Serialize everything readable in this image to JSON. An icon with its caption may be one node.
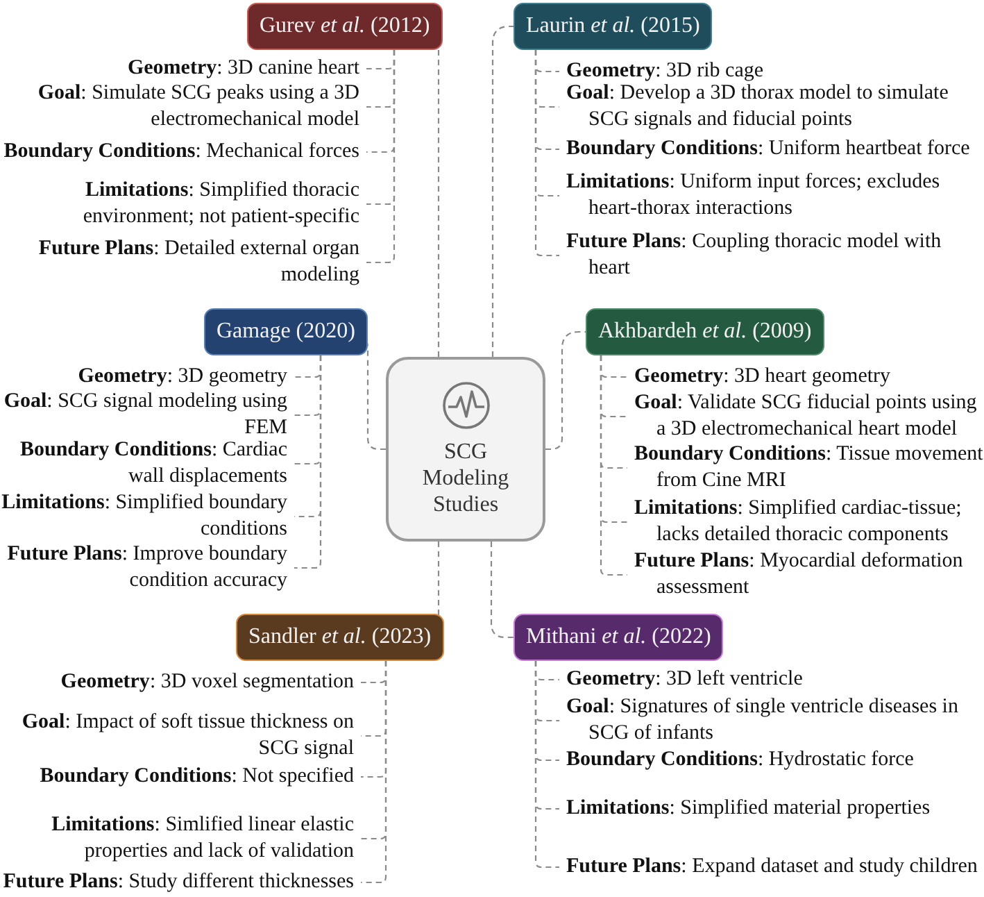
{
  "diagram": {
    "nodes": [
      {
        "text": [
          "SCG Modeling Studies"
        ]
      },
      {
        "text": [
          "Gurev *et al.* (2012)"
        ]
      },
      {
        "text": [
          "**Geometry**: 3D canine heart"
        ]
      },
      {
        "text": [
          "**Goal**: Simulate SCG peaks using a 3D electromechanical model"
        ]
      },
      {
        "text": [
          "**Boundary Conditions**: Mechanical forces"
        ]
      },
      {
        "text": [
          "**Limitations**: Simplified thoracic environment; not patient-specific"
        ]
      },
      {
        "text": [
          "**Future Plans**: Detailed external organ modeling"
        ]
      },
      {
        "text": [
          "Laurin *et al.* (2015)"
        ]
      },
      {
        "text": [
          "**Geometry**: 3D rib cage"
        ]
      },
      {
        "text": [
          "**Goal**: Develop a 3D thorax model to simulate SCG signals and fiducial points"
        ]
      },
      {
        "text": [
          "**Boundary Conditions**: Uniform heartbeat force"
        ]
      },
      {
        "text": [
          "**Limitations**: Uniform input forces; excludes heart-thorax interactions"
        ]
      },
      {
        "text": [
          "**Future Plans**: Coupling thoracic model with heart"
        ]
      },
      {
        "text": [
          "Gamage (2020)"
        ]
      },
      {
        "text": [
          "**Geometry**: 3D geometry"
        ]
      },
      {
        "text": [
          "**Goal**: SCG signal modeling using FEM"
        ]
      },
      {
        "text": [
          "**Boundary Conditions**: Cardiac wall displacements"
        ]
      },
      {
        "text": [
          "**Limitations**: Simplified boundary conditions"
        ]
      },
      {
        "text": [
          "**Future Plans**: Improve boundary condition accuracy"
        ]
      },
      {
        "text": [
          "Akhbardeh *et al.* (2009)"
        ]
      },
      {
        "text": [
          "**Geometry**: 3D heart geometry"
        ]
      },
      {
        "text": [
          "**Goal**: Validate SCG fiducial points using a 3D electromechanical heart model"
        ]
      },
      {
        "text": [
          "**Boundary Conditions**: Tissue movement from Cine MRI"
        ]
      },
      {
        "text": [
          "**Limitations**: Simplified cardiac-tissue; lacks detailed thoracic components"
        ]
      },
      {
        "text": [
          "**Future Plans**: Myocardial deformation assessment"
        ]
      },
      {
        "text": [
          "Sandler *et al.* (2023)"
        ]
      },
      {
        "text": [
          "**Geometry**: 3D voxel segmentation"
        ]
      },
      {
        "text": [
          "**Goal**: Impact of soft tissue thickness on SCG signal"
        ]
      },
      {
        "text": [
          "**Boundary Conditions**: Not specified"
        ]
      },
      {
        "text": [
          "**Limitations**: Simlified linear elastic properties and lack of validation"
        ]
      },
      {
        "text": [
          "**Future Plans**: Study different thicknesses"
        ]
      },
      {
        "text": [
          "Mithani *et al.* (2022)"
        ]
      },
      {
        "text": [
          "**Geometry**: 3D left ventricle"
        ]
      },
      {
        "text": [
          "**Goal**: Signatures of single ventricle diseases in SCG of infants"
        ]
      },
      {
        "text": [
          "**Boundary Conditions**: Hydrostatic force"
        ]
      },
      {
        "text": [
          "**Limitations**: Simplified material properties"
        ]
      },
      {
        "text": [
          "**Future Plans**: Expand dataset and study children"
        ]
      }
    ],
    "edges": [
      {
        "from": 0,
        "to": 1,
        "arrow": "none",
        "style": "dashed"
      },
      {
        "from": 0,
        "to": 7,
        "arrow": "none",
        "style": "dashed"
      },
      {
        "from": 0,
        "to": 13,
        "arrow": "none",
        "style": "dashed"
      },
      {
        "from": 0,
        "to": 19,
        "arrow": "none",
        "style": "dashed"
      },
      {
        "from": 0,
        "to": 25,
        "arrow": "none",
        "style": "dashed"
      },
      {
        "from": 0,
        "to": 31,
        "arrow": "none",
        "style": "dashed"
      },
      {
        "from": 1,
        "to": 2,
        "arrow": "none",
        "style": "dashed"
      },
      {
        "from": 1,
        "to": 3,
        "arrow": "none",
        "style": "dashed"
      },
      {
        "from": 1,
        "to": 4,
        "arrow": "none",
        "style": "dashed"
      },
      {
        "from": 1,
        "to": 5,
        "arrow": "none",
        "style": "dashed"
      },
      {
        "from": 1,
        "to": 6,
        "arrow": "none",
        "style": "dashed"
      },
      {
        "from": 7,
        "to": 8,
        "arrow": "none",
        "style": "dashed"
      },
      {
        "from": 7,
        "to": 9,
        "arrow": "none",
        "style": "dashed"
      },
      {
        "from": 7,
        "to": 10,
        "arrow": "none",
        "style": "dashed"
      },
      {
        "from": 7,
        "to": 11,
        "arrow": "none",
        "style": "dashed"
      },
      {
        "from": 7,
        "to": 12,
        "arrow": "none",
        "style": "dashed"
      },
      {
        "from": 13,
        "to": 14,
        "arrow": "none",
        "style": "dashed"
      },
      {
        "from": 13,
        "to": 15,
        "arrow": "none",
        "style": "dashed"
      },
      {
        "from": 13,
        "to": 16,
        "arrow": "none",
        "style": "dashed"
      },
      {
        "from": 13,
        "to": 17,
        "arrow": "none",
        "style": "dashed"
      },
      {
        "from": 13,
        "to": 18,
        "arrow": "none",
        "style": "dashed"
      },
      {
        "from": 19,
        "to": 20,
        "arrow": "none",
        "style": "dashed"
      },
      {
        "from": 19,
        "to": 21,
        "arrow": "none",
        "style": "dashed"
      },
      {
        "from": 19,
        "to": 22,
        "arrow": "none",
        "style": "dashed"
      },
      {
        "from": 19,
        "to": 23,
        "arrow": "none",
        "style": "dashed"
      },
      {
        "from": 19,
        "to": 24,
        "arrow": "none",
        "style": "dashed"
      },
      {
        "from": 25,
        "to": 26,
        "arrow": "none",
        "style": "dashed"
      },
      {
        "from": 25,
        "to": 27,
        "arrow": "none",
        "style": "dashed"
      },
      {
        "from": 25,
        "to": 28,
        "arrow": "none",
        "style": "dashed"
      },
      {
        "from": 25,
        "to": 29,
        "arrow": "none",
        "style": "dashed"
      },
      {
        "from": 25,
        "to": 30,
        "arrow": "none",
        "style": "dashed"
      },
      {
        "from": 31,
        "to": 32,
        "arrow": "none",
        "style": "dashed"
      },
      {
        "from": 31,
        "to": 33,
        "arrow": "none",
        "style": "dashed"
      },
      {
        "from": 31,
        "to": 34,
        "arrow": "none",
        "style": "dashed"
      },
      {
        "from": 31,
        "to": 35,
        "arrow": "none",
        "style": "dashed"
      },
      {
        "from": 31,
        "to": 36,
        "arrow": "none",
        "style": "dashed"
      }
    ]
  }
}
